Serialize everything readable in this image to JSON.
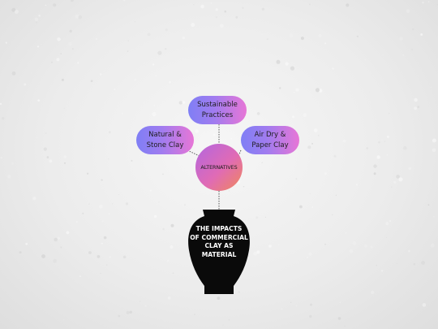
{
  "nodes": {
    "top": "Sustainable\nPractices",
    "left": "Natural &\nStone Clay",
    "right": "Air Dry &\nPaper Clay"
  },
  "hub": {
    "label": "ALTERNATIVES"
  },
  "root": {
    "label": "THE IMPACTS\nOF COMMERCIAL\nCLAY AS\nMATERIAL"
  },
  "colors": {
    "pill_gradient_start": "#7f7ff5",
    "pill_gradient_end": "#e776d6",
    "hub_gradient_start": "#b266e0",
    "hub_gradient_end": "#f0885a",
    "vase": "#0a0a0a",
    "connector": "#555555"
  }
}
